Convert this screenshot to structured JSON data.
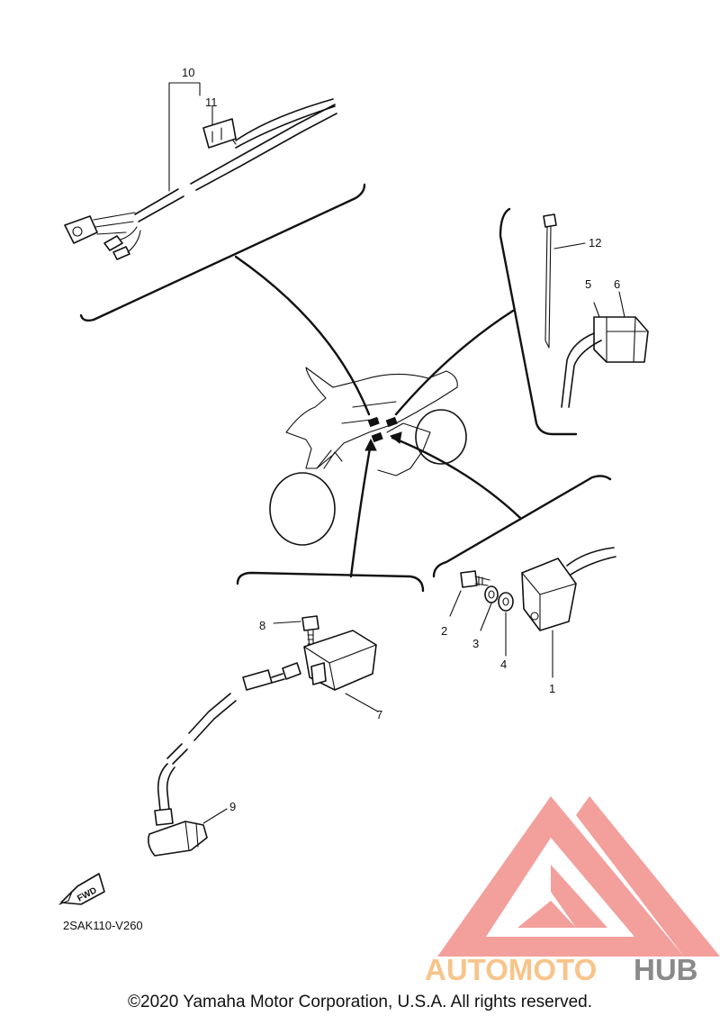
{
  "diagram": {
    "callouts": [
      {
        "id": "1",
        "label": "1"
      },
      {
        "id": "2",
        "label": "2"
      },
      {
        "id": "3",
        "label": "3"
      },
      {
        "id": "4",
        "label": "4"
      },
      {
        "id": "5",
        "label": "5"
      },
      {
        "id": "6",
        "label": "6"
      },
      {
        "id": "7",
        "label": "7"
      },
      {
        "id": "8",
        "label": "8"
      },
      {
        "id": "9",
        "label": "9"
      },
      {
        "id": "10",
        "label": "10"
      },
      {
        "id": "11",
        "label": "11"
      },
      {
        "id": "12",
        "label": "12"
      }
    ],
    "direction_badge": "FWD",
    "drawing_code": "2SAK110-V260"
  },
  "watermark": {
    "brand_part1": "AUTOMOTO",
    "brand_part2": "HUB",
    "logo_color": "#f39a97",
    "text_color_part1": "#f7c48a",
    "text_color_part2": "#8a8a8a"
  },
  "footer": {
    "copyright": "©2020 Yamaha Motor Corporation, U.S.A. All rights reserved."
  }
}
